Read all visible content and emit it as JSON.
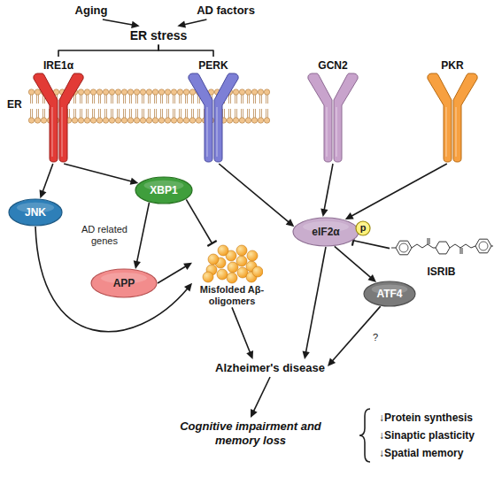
{
  "diagram": {
    "nodes": [
      {
        "text": [
          "Aging"
        ]
      },
      {
        "text": [
          "AD factors"
        ]
      },
      {
        "text": [
          "ER stress"
        ]
      },
      {
        "text": [
          "IRE1α"
        ]
      },
      {
        "text": [
          "PERK"
        ]
      },
      {
        "text": [
          "GCN2"
        ]
      },
      {
        "text": [
          "PKR"
        ]
      },
      {
        "text": [
          "JNK"
        ]
      },
      {
        "text": [
          "XBP1"
        ]
      },
      {
        "text": [
          "eIF2α"
        ]
      },
      {
        "text": [
          "p"
        ]
      },
      {
        "text": [
          "APP"
        ]
      },
      {
        "text": [
          "Misfolded Aβ-oligomers"
        ]
      },
      {
        "text": [
          "ATF4"
        ]
      },
      {
        "text": [
          "ISRIB"
        ]
      },
      {
        "text": [
          "Alzheimer's disease"
        ]
      },
      {
        "text": [
          "Cognitive impairment and memory loss"
        ]
      }
    ],
    "edges": [
      {
        "from": 0,
        "to": 2,
        "arrow": "to"
      },
      {
        "from": 1,
        "to": 2,
        "arrow": "to"
      },
      {
        "from": 2,
        "to": 3,
        "arrow": "none"
      },
      {
        "from": 2,
        "to": 4,
        "arrow": "none"
      },
      {
        "from": 3,
        "to": 7,
        "arrow": "to"
      },
      {
        "from": 3,
        "to": 8,
        "arrow": "to"
      },
      {
        "from": 4,
        "to": 9,
        "arrow": "to"
      },
      {
        "from": 5,
        "to": 9,
        "arrow": "to"
      },
      {
        "from": 6,
        "to": 9,
        "arrow": "to"
      },
      {
        "from": 8,
        "to": 11,
        "arrow": "to",
        "label": "AD related genes"
      },
      {
        "from": 8,
        "to": 12,
        "arrow": "to"
      },
      {
        "from": 11,
        "to": 12,
        "arrow": "to"
      },
      {
        "from": 7,
        "to": 12,
        "arrow": "to"
      },
      {
        "from": 14,
        "to": 9,
        "arrow": "to"
      },
      {
        "from": 9,
        "to": 13,
        "arrow": "to"
      },
      {
        "from": 12,
        "to": 15,
        "arrow": "to"
      },
      {
        "from": 9,
        "to": 15,
        "arrow": "to"
      },
      {
        "from": 13,
        "to": 15,
        "arrow": "to",
        "label": "?"
      },
      {
        "from": 15,
        "to": 16,
        "arrow": "to"
      }
    ],
    "labels": [
      "ER",
      "↓Protein synthesis",
      "↓Sinaptic plasticity",
      "↓Spatial memory"
    ]
  }
}
